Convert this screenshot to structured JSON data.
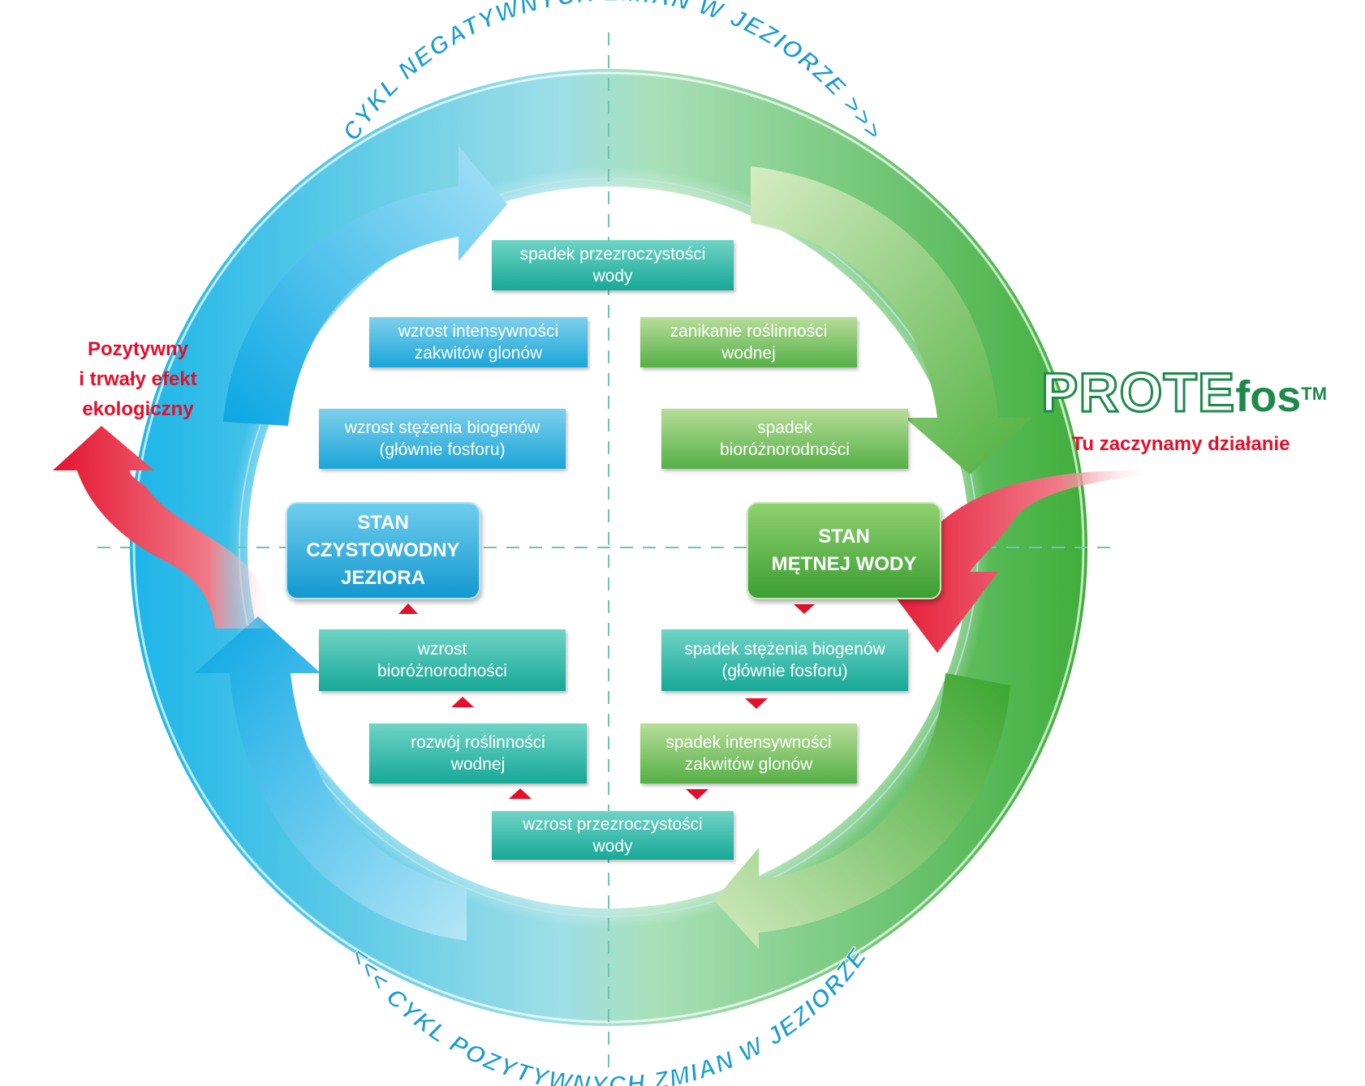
{
  "top_arc_label": "CYKL NEGATYWNYCH ZMIAN W JEZIORZE >>>",
  "bottom_arc_label": "<<< CYKL POZYTYWNYCH ZMIAN W JEZIORZE",
  "left_effect": {
    "line1": "Pozytywny",
    "line2": "i trwały efekt",
    "line3": "ekologiczny"
  },
  "brand": {
    "main": "PROTE",
    "suffix": "fos",
    "tm": "TM",
    "tagline": "Tu zaczynamy działanie"
  },
  "boxes": {
    "top_center": "spadek przezroczystości\nwody",
    "left_1": "wzrost intensywności\nzakwitów glonów",
    "left_2": "wzrost stężenia biogenów\n(głównie fosforu)",
    "right_1": "zanikanie roślinności\nwodnej",
    "right_2": "spadek\nbioróżnorodności",
    "right_3": "spadek stężenia biogenów\n(głównie fosforu)",
    "right_4": "spadek intensywności\nzakwitów glonów",
    "bottom_center": "wzrost przezroczystości\nwody",
    "left_4": "rozwój roślinności\nwodnej",
    "left_3": "wzrost\nbioróżnorodności"
  },
  "states": {
    "clear": "STAN\nCZYSTOWODNY\nJEZIORA",
    "turbid": "STAN\nMĘTNEJ WODY"
  },
  "colors": {
    "blue": "#1aa5d8",
    "green": "#55b046",
    "teal": "#17a897",
    "red": "#e30f2b",
    "brand_green": "#1e8a4a"
  }
}
